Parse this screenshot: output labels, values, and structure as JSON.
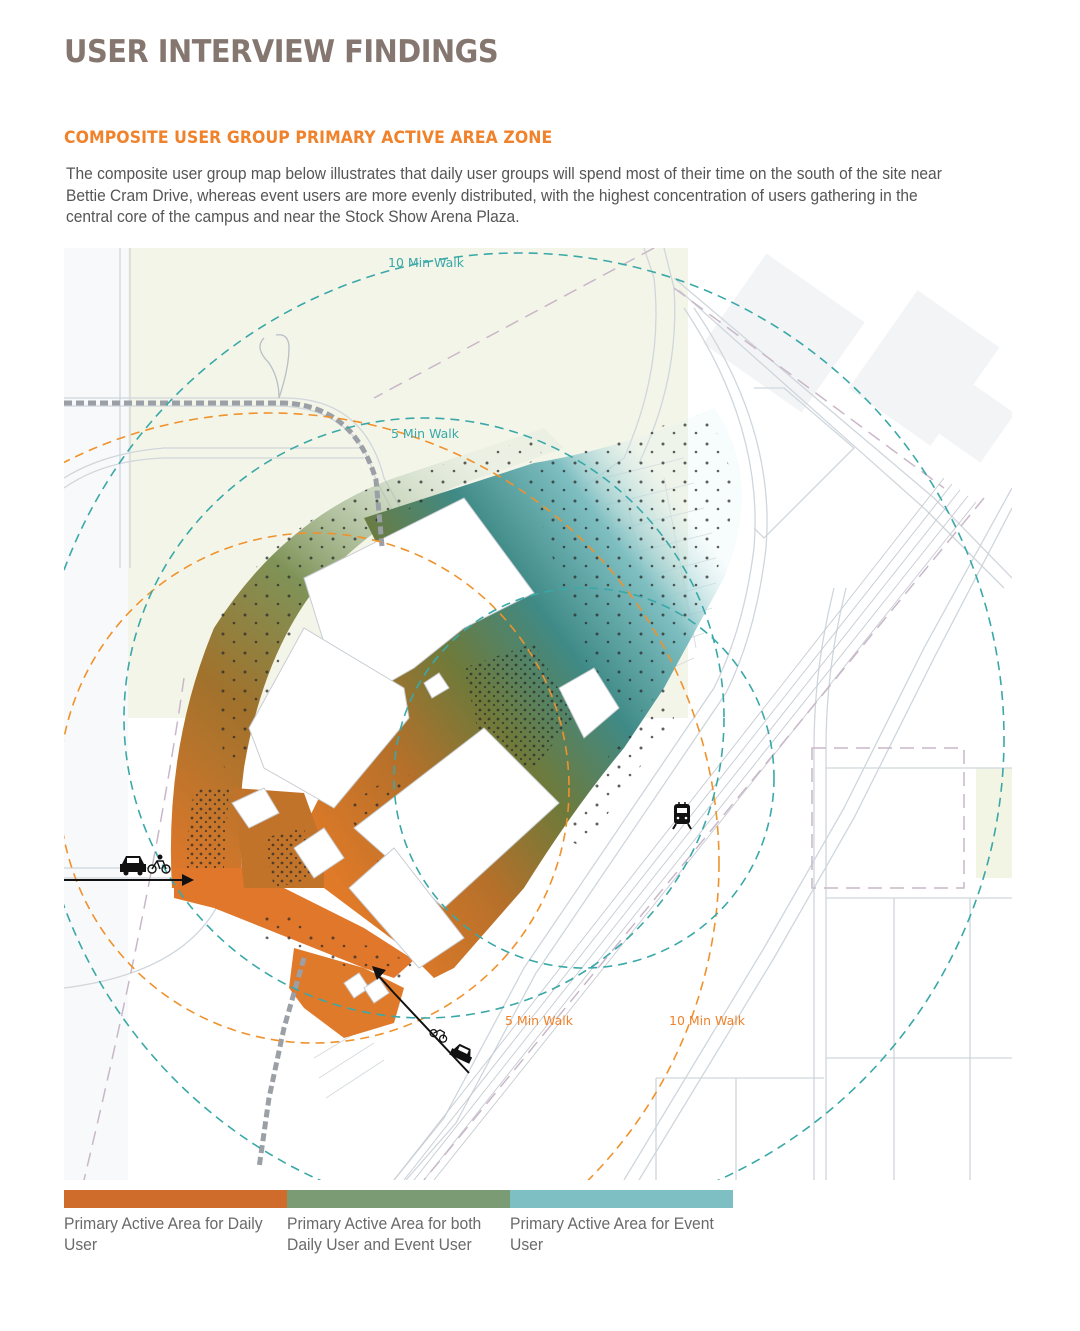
{
  "header": {
    "title": "USER INTERVIEW FINDINGS"
  },
  "section": {
    "title": "COMPOSITE USER GROUP PRIMARY ACTIVE AREA ZONE",
    "description": "The composite user group map below illustrates that daily user groups will spend most of their time on the south of the site near Bettie Cram Drive, whereas event users are more evenly distributed, with the highest concentration of users gathering in the central core of the campus and near the Stock Show Arena Plaza."
  },
  "map": {
    "labels": {
      "teal_10_min": "10 Min Walk",
      "teal_5_min": "5 Min Walk",
      "orange_5_min": "5 Min Walk",
      "orange_10_min": "10 Min Walk"
    },
    "icons": [
      "car-icon",
      "bicycle-icon",
      "train-icon",
      "arrow-icon"
    ],
    "colors": {
      "walk_radius_daily": "#f0922b",
      "walk_radius_event": "#3aa8a8",
      "daily_zone": "#d96f2a",
      "shared_zone": "#7a9a72",
      "event_zone": "#7ec0c4",
      "parkland": "#f4f5e8"
    }
  },
  "legend": {
    "items": [
      {
        "label": "Primary Active Area for Daily User",
        "color": "#d06c2b"
      },
      {
        "label": "Primary Active Area for both Daily User and Event User",
        "color": "#7b9b74"
      },
      {
        "label": "Primary Active Area for Event User",
        "color": "#7ebfc4"
      }
    ]
  }
}
